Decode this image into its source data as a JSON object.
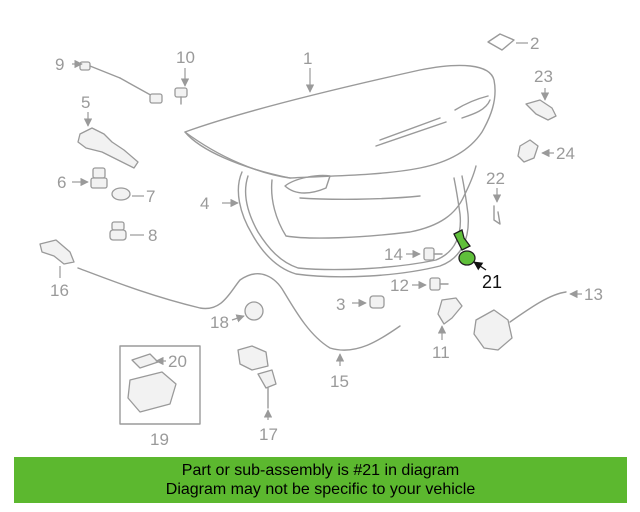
{
  "callouts": {
    "c1": "1",
    "c2": "2",
    "c3": "3",
    "c4": "4",
    "c5": "5",
    "c6": "6",
    "c7": "7",
    "c8": "8",
    "c9": "9",
    "c10": "10",
    "c11": "11",
    "c12": "12",
    "c13": "13",
    "c14": "14",
    "c15": "15",
    "c16": "16",
    "c17": "17",
    "c18": "18",
    "c19": "19",
    "c20": "20",
    "c21": "21",
    "c22": "22",
    "c23": "23",
    "c24": "24"
  },
  "highlighted_part": "21",
  "colors": {
    "highlight": "#5fbf3a",
    "banner": "#5cb82f",
    "line": "#9a9a9a"
  },
  "banner": {
    "line1": "Part or sub-assembly is #21 in diagram",
    "line2": "Diagram may not be specific to your vehicle"
  }
}
